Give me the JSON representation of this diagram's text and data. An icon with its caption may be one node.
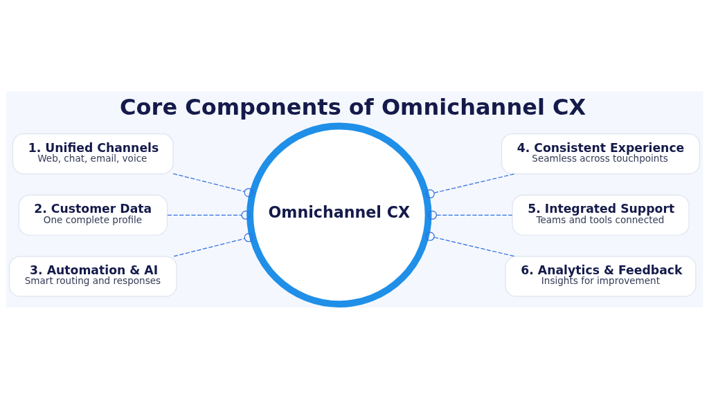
{
  "diagram": {
    "title": "Core Components of Omnichannel CX",
    "nodes": [
      {
        "text": [
          "1. Unified Channels",
          "Web, chat, email, voice"
        ]
      },
      {
        "text": [
          "2. Customer Data",
          "One complete profile"
        ]
      },
      {
        "text": [
          "3. Automation & AI",
          "Smart routing and responses"
        ]
      },
      {
        "text": [
          "Omnichannel CX"
        ]
      },
      {
        "text": [
          "4. Consistent Experience",
          "Seamless across touchpoints"
        ]
      },
      {
        "text": [
          "5. Integrated Support",
          "Teams and tools connected"
        ]
      },
      {
        "text": [
          "6. Analytics & Feedback",
          "Insights for improvement"
        ]
      }
    ],
    "edges": [
      {
        "from": 0,
        "to": 3,
        "arrow": "other",
        "style": "dashed"
      },
      {
        "from": 1,
        "to": 3,
        "arrow": "other",
        "style": "dashed"
      },
      {
        "from": 2,
        "to": 3,
        "arrow": "other",
        "style": "dashed"
      },
      {
        "from": 3,
        "to": 4,
        "arrow": "other",
        "style": "dashed"
      },
      {
        "from": 3,
        "to": 5,
        "arrow": "other",
        "style": "dashed"
      },
      {
        "from": 3,
        "to": 6,
        "arrow": "other",
        "style": "dashed"
      }
    ]
  }
}
